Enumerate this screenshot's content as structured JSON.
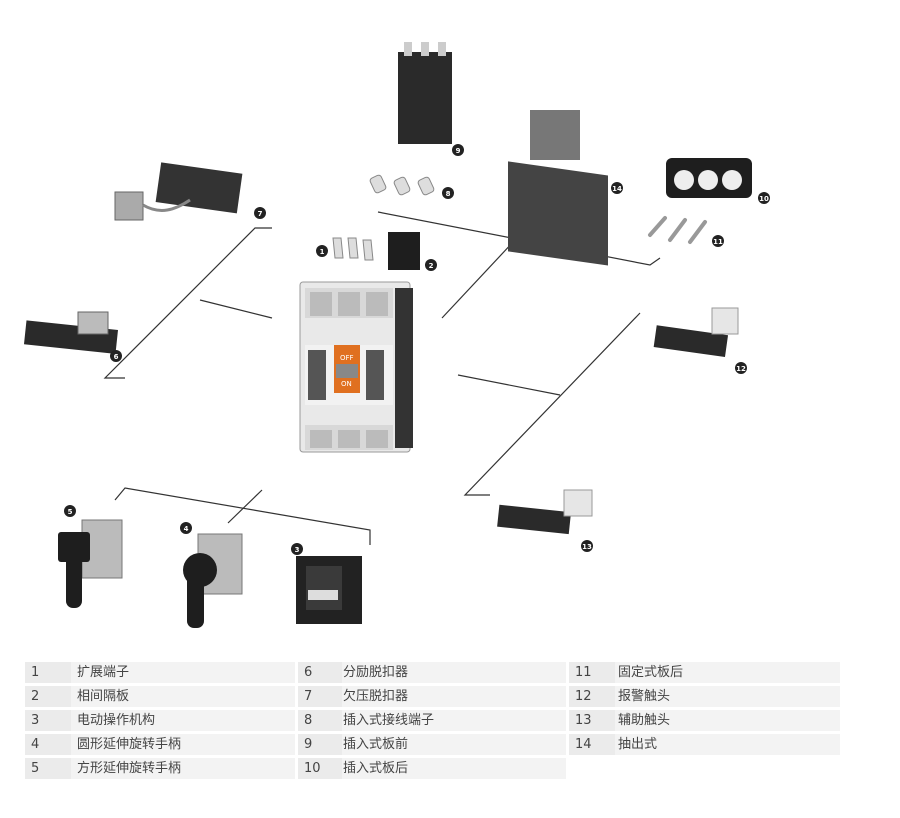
{
  "callouts": [
    "1",
    "2",
    "3",
    "4",
    "5",
    "6",
    "7",
    "8",
    "9",
    "10",
    "11",
    "12",
    "13",
    "14"
  ],
  "legend": [
    {
      "num": "1",
      "label": "扩展端子"
    },
    {
      "num": "2",
      "label": "相间隔板"
    },
    {
      "num": "3",
      "label": "电动操作机构"
    },
    {
      "num": "4",
      "label": "圆形延伸旋转手柄"
    },
    {
      "num": "5",
      "label": "方形延伸旋转手柄"
    },
    {
      "num": "6",
      "label": "分励脱扣器"
    },
    {
      "num": "7",
      "label": "欠压脱扣器"
    },
    {
      "num": "8",
      "label": "插入式接线端子"
    },
    {
      "num": "9",
      "label": "插入式板前"
    },
    {
      "num": "10",
      "label": "插入式板后"
    },
    {
      "num": "11",
      "label": "固定式板后"
    },
    {
      "num": "12",
      "label": "报警触头"
    },
    {
      "num": "13",
      "label": "辅助触头"
    },
    {
      "num": "14",
      "label": "抽出式"
    }
  ],
  "breaker": {
    "off_label": "OFF",
    "on_label": "ON"
  },
  "colors": {
    "line": "#333333",
    "badge": "#222222",
    "cell_bg": "#f3f3f3",
    "num_bg": "#ebebeb",
    "text": "#444444"
  }
}
